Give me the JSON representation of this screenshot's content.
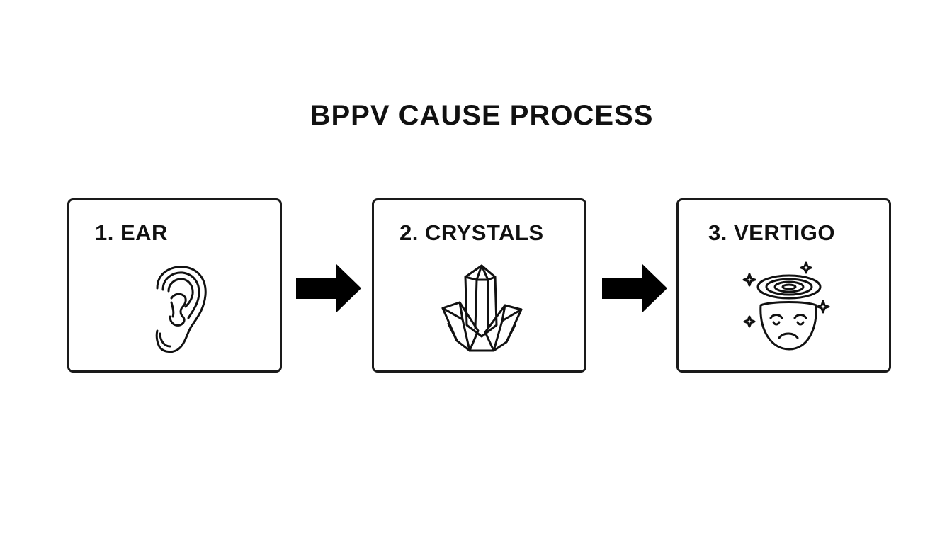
{
  "title": "BPPV CAUSE PROCESS",
  "steps": [
    {
      "label": "1. EAR",
      "icon": "ear-icon"
    },
    {
      "label": "2. CRYSTALS",
      "icon": "crystals-icon"
    },
    {
      "label": "3. VERTIGO",
      "icon": "dizzy-face-icon"
    }
  ],
  "connectors": [
    {
      "icon": "arrow-right-icon"
    },
    {
      "icon": "arrow-right-icon"
    }
  ],
  "colors": {
    "ink": "#111111",
    "background": "#ffffff"
  }
}
